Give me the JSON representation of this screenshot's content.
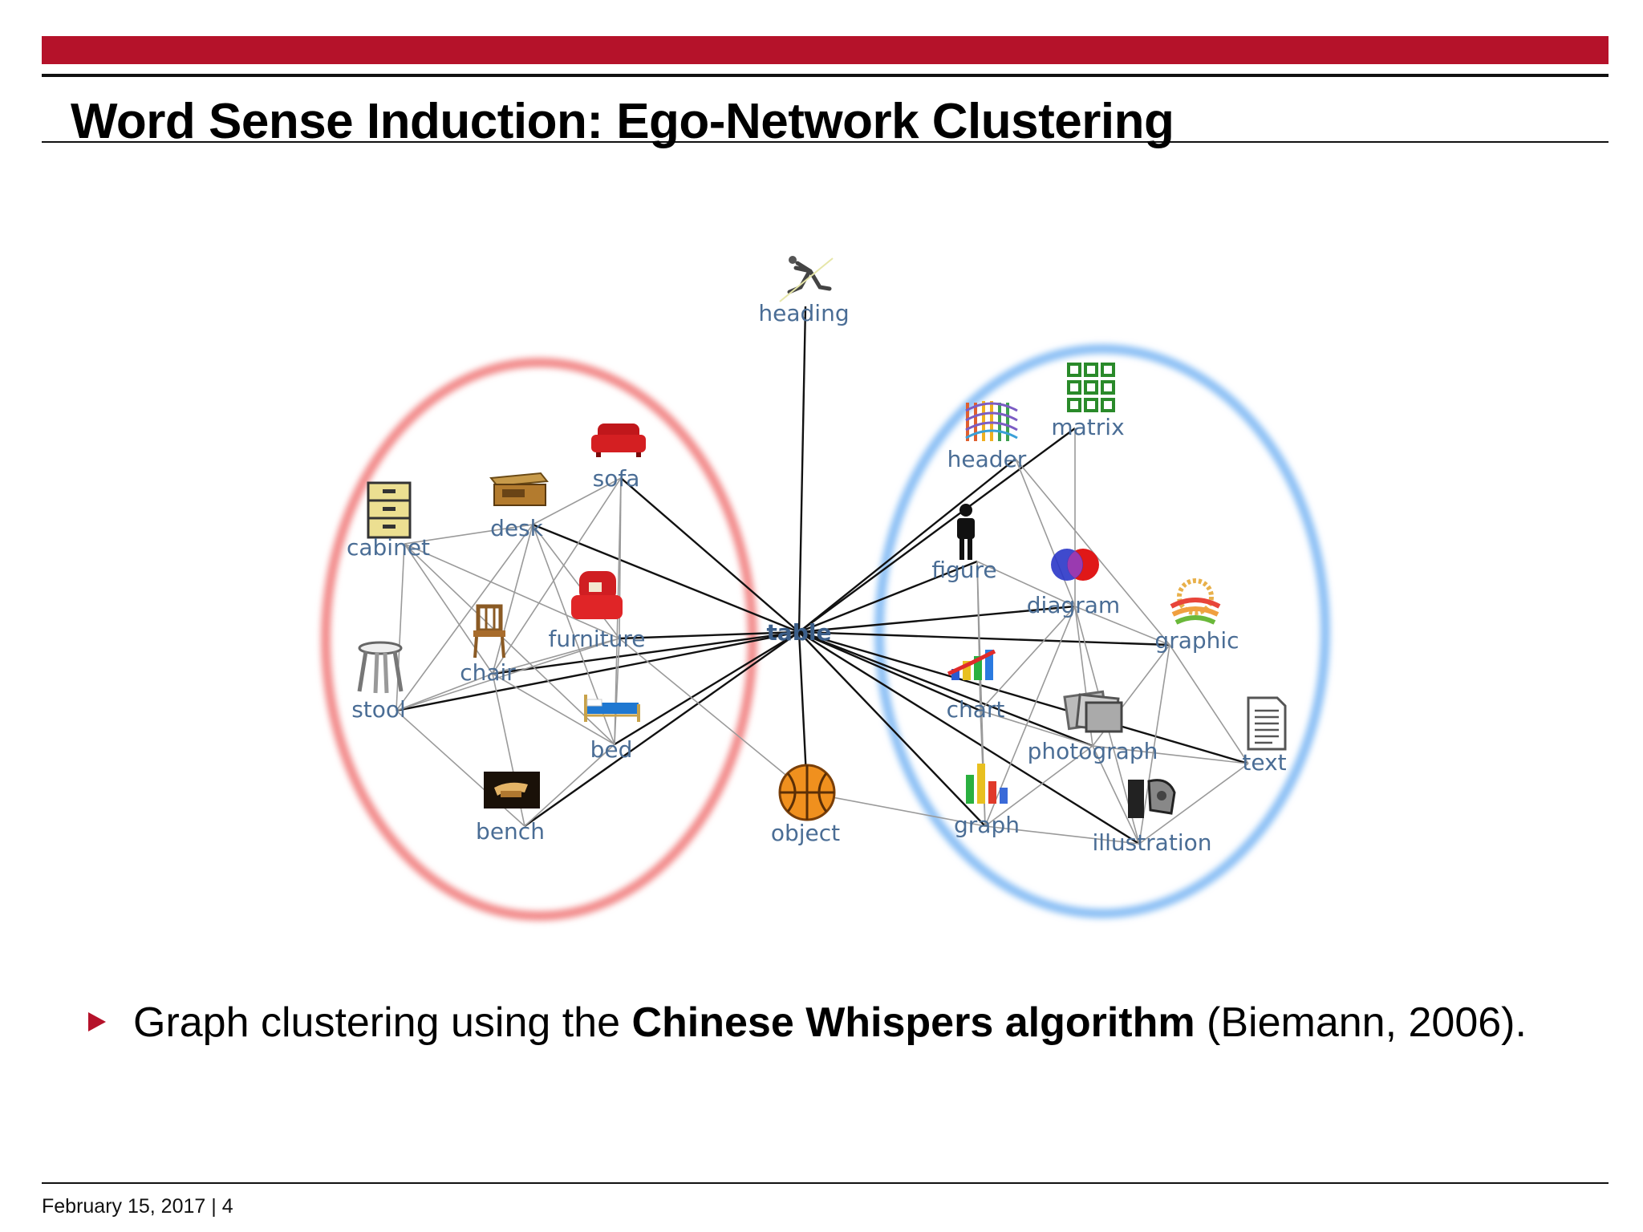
{
  "slide": {
    "title": "Word Sense Induction: Ego-Network Clustering",
    "bullet": {
      "prefix": "Graph clustering using the ",
      "bold": "Chinese Whispers algorithm",
      "suffix": " (Biemann, 2006)."
    },
    "footer": {
      "date": "February 15, 2017",
      "separator": "|",
      "page": "4"
    }
  },
  "colors": {
    "accent": "#b5122a",
    "cluster_furniture": "#f28b8b",
    "cluster_graphics": "#8cc0f5",
    "node_label": "#4a6d95"
  },
  "graph": {
    "center": "table",
    "nodes": [
      {
        "id": "table",
        "label": "table",
        "icon": "none"
      },
      {
        "id": "heading",
        "label": "heading",
        "icon": "sprinter-icon"
      },
      {
        "id": "object",
        "label": "object",
        "icon": "basketball-icon"
      },
      {
        "id": "sofa",
        "label": "sofa",
        "icon": "sofa-icon"
      },
      {
        "id": "desk",
        "label": "desk",
        "icon": "desk-icon"
      },
      {
        "id": "cabinet",
        "label": "cabinet",
        "icon": "cabinet-icon"
      },
      {
        "id": "furniture",
        "label": "furniture",
        "icon": "armchair-icon"
      },
      {
        "id": "chair",
        "label": "chair",
        "icon": "chair-icon"
      },
      {
        "id": "stool",
        "label": "stool",
        "icon": "stool-icon"
      },
      {
        "id": "bed",
        "label": "bed",
        "icon": "bed-icon"
      },
      {
        "id": "bench",
        "label": "bench",
        "icon": "bench-icon"
      },
      {
        "id": "header",
        "label": "header",
        "icon": "books-icon"
      },
      {
        "id": "matrix",
        "label": "matrix",
        "icon": "grid-icon"
      },
      {
        "id": "figure",
        "label": "figure",
        "icon": "person-icon"
      },
      {
        "id": "diagram",
        "label": "diagram",
        "icon": "venn-icon"
      },
      {
        "id": "graphic",
        "label": "graphic",
        "icon": "sun-landscape-icon"
      },
      {
        "id": "chart",
        "label": "chart",
        "icon": "bar-chart-icon"
      },
      {
        "id": "photograph",
        "label": "photograph",
        "icon": "photos-icon"
      },
      {
        "id": "text",
        "label": "text",
        "icon": "document-icon"
      },
      {
        "id": "graph",
        "label": "graph",
        "icon": "bar-graph-icon"
      },
      {
        "id": "illustration",
        "label": "illustration",
        "icon": "illustration-icon"
      }
    ],
    "edges": [
      [
        "table",
        "heading",
        1
      ],
      [
        "table",
        "object",
        1
      ],
      [
        "table",
        "sofa",
        1
      ],
      [
        "table",
        "desk",
        1
      ],
      [
        "table",
        "furniture",
        1
      ],
      [
        "table",
        "chair",
        1
      ],
      [
        "table",
        "stool",
        1
      ],
      [
        "table",
        "bed",
        1
      ],
      [
        "table",
        "bench",
        1
      ],
      [
        "table",
        "header",
        1
      ],
      [
        "table",
        "matrix",
        1
      ],
      [
        "table",
        "figure",
        1
      ],
      [
        "table",
        "diagram",
        1
      ],
      [
        "table",
        "graphic",
        1
      ],
      [
        "table",
        "chart",
        1
      ],
      [
        "table",
        "photograph",
        1
      ],
      [
        "table",
        "text",
        1
      ],
      [
        "table",
        "graph",
        1
      ],
      [
        "table",
        "illustration",
        1
      ],
      [
        "sofa",
        "desk",
        0
      ],
      [
        "sofa",
        "chair",
        0
      ],
      [
        "sofa",
        "furniture",
        0
      ],
      [
        "sofa",
        "bed",
        0
      ],
      [
        "desk",
        "cabinet",
        0
      ],
      [
        "desk",
        "chair",
        0
      ],
      [
        "desk",
        "furniture",
        0
      ],
      [
        "desk",
        "stool",
        0
      ],
      [
        "desk",
        "bed",
        0
      ],
      [
        "cabinet",
        "furniture",
        0
      ],
      [
        "cabinet",
        "stool",
        0
      ],
      [
        "cabinet",
        "chair",
        0
      ],
      [
        "cabinet",
        "bed",
        0
      ],
      [
        "furniture",
        "chair",
        0
      ],
      [
        "furniture",
        "stool",
        0
      ],
      [
        "furniture",
        "bed",
        0
      ],
      [
        "furniture",
        "object",
        0
      ],
      [
        "chair",
        "stool",
        0
      ],
      [
        "chair",
        "bench",
        0
      ],
      [
        "chair",
        "bed",
        0
      ],
      [
        "stool",
        "bench",
        0
      ],
      [
        "bed",
        "bench",
        0
      ],
      [
        "header",
        "diagram",
        0
      ],
      [
        "header",
        "graphic",
        0
      ],
      [
        "matrix",
        "diagram",
        0
      ],
      [
        "figure",
        "diagram",
        0
      ],
      [
        "figure",
        "chart",
        0
      ],
      [
        "figure",
        "graph",
        0
      ],
      [
        "diagram",
        "chart",
        0
      ],
      [
        "diagram",
        "photograph",
        0
      ],
      [
        "diagram",
        "graphic",
        0
      ],
      [
        "diagram",
        "graph",
        0
      ],
      [
        "diagram",
        "illustration",
        0
      ],
      [
        "graphic",
        "photograph",
        0
      ],
      [
        "graphic",
        "illustration",
        0
      ],
      [
        "graphic",
        "text",
        0
      ],
      [
        "chart",
        "photograph",
        0
      ],
      [
        "chart",
        "graph",
        0
      ],
      [
        "photograph",
        "graph",
        0
      ],
      [
        "photograph",
        "illustration",
        0
      ],
      [
        "photograph",
        "text",
        0
      ],
      [
        "text",
        "illustration",
        0
      ],
      [
        "graph",
        "illustration",
        0
      ],
      [
        "graph",
        "object",
        0
      ]
    ]
  }
}
